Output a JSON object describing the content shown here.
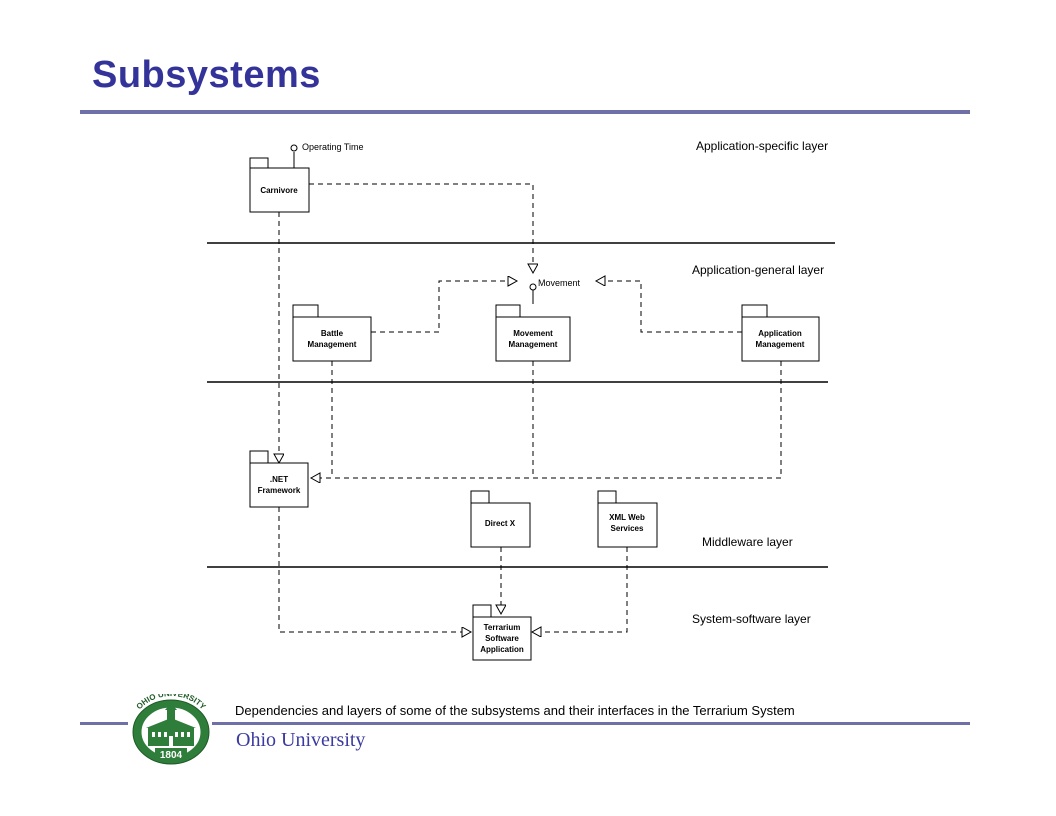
{
  "slide": {
    "title": "Subsystems",
    "caption": "Dependencies and layers of some of the subsystems and their interfaces in the Terrarium System",
    "organization": "Ohio University"
  },
  "seal": {
    "top_text": "OHIO UNIVERSITY",
    "year": "1804",
    "color": "#2e7d3a"
  },
  "layers": {
    "application_specific": "Application-specific layer",
    "application_general": "Application-general layer",
    "middleware": "Middleware layer",
    "system_software": "System-software layer"
  },
  "interfaces": {
    "operating_time": "Operating Time",
    "movement": "Movement"
  },
  "packages": {
    "carnivore": [
      "Carnivore"
    ],
    "battle": [
      "Battle",
      "Management"
    ],
    "movement": [
      "Movement",
      "Management"
    ],
    "application": [
      "Application",
      "Management"
    ],
    "dotnet": [
      ".NET",
      "Framework"
    ],
    "directx": [
      "Direct X"
    ],
    "xml": [
      "XML Web",
      "Services"
    ],
    "terrarium": [
      "Terrarium",
      "Software",
      "Application"
    ]
  },
  "colors": {
    "title": "#33339a",
    "rule": "#7070a8",
    "footer_text": "#3a3aa0"
  }
}
